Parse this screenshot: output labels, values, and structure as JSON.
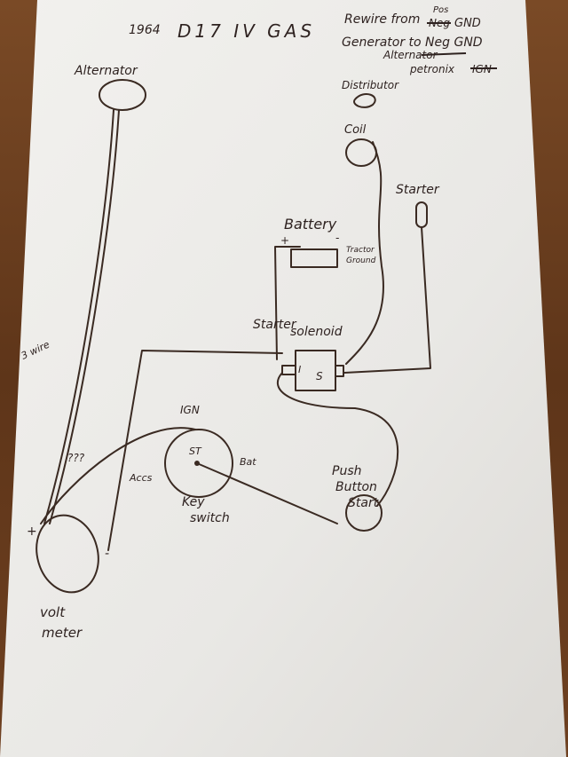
{
  "header": {
    "year": "1964",
    "model": "D17 IV GAS"
  },
  "notes": {
    "line1_prefix": "Rewire from",
    "line1_struck": "Neg",
    "line1_insert": "Pos",
    "line1_suffix": "GND",
    "line2": "Generator to Neg GND",
    "line3": "Alternator",
    "line4": "petronix",
    "line4_struck": "IGN"
  },
  "components": {
    "alternator": "Alternator",
    "distributor": "Distributor",
    "coil": "Coil",
    "starter": "Starter",
    "battery": "Battery",
    "battery_pos": "+",
    "battery_neg": "-",
    "tractor_ground_1": "Tractor",
    "tractor_ground_2": "Ground",
    "solenoid_1": "Starter",
    "solenoid_2": "solenoid",
    "solenoid_i": "I",
    "solenoid_s": "S",
    "three_wire": "3 wire",
    "question": "???",
    "ign": "IGN",
    "st": "ST",
    "bat": "Bat",
    "accs": "Accs",
    "key_switch_1": "Key",
    "key_switch_2": "switch",
    "push_button_1": "Push",
    "push_button_2": "Button",
    "push_button_3": "Start",
    "volt_meter_1": "volt",
    "volt_meter_2": "meter",
    "volt_pos": "+",
    "volt_neg": "-"
  },
  "colors": {
    "paper": "#ecebe8",
    "wood": "#6b3f1f",
    "ink": "#3a2a22"
  }
}
